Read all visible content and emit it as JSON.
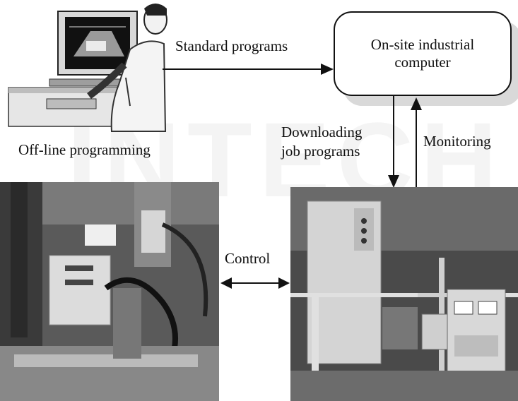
{
  "nodes": {
    "offline_programming": {
      "label": "Off-line programming"
    },
    "industrial_computer": {
      "label_line1": "On-site industrial",
      "label_line2": "computer"
    },
    "welding_robot": {
      "label": ""
    },
    "robot_controller": {
      "label": ""
    }
  },
  "edges": {
    "standard_programs": {
      "label": "Standard programs",
      "from": "offline_programming",
      "to": "industrial_computer"
    },
    "downloading": {
      "label_line1": "Downloading",
      "label_line2": "job programs",
      "from": "industrial_computer",
      "to": "robot_controller"
    },
    "monitoring": {
      "label": "Monitoring",
      "from": "robot_controller",
      "to": "industrial_computer"
    },
    "control": {
      "label": "Control",
      "from": "robot_controller",
      "to": "welding_robot",
      "bidirectional": true
    }
  },
  "colors": {
    "line": "#111111",
    "shadow": "#d9d9d9",
    "photo_dark": "#3a3a3a",
    "photo_mid": "#8a8a8a",
    "photo_light": "#dcdcdc"
  }
}
